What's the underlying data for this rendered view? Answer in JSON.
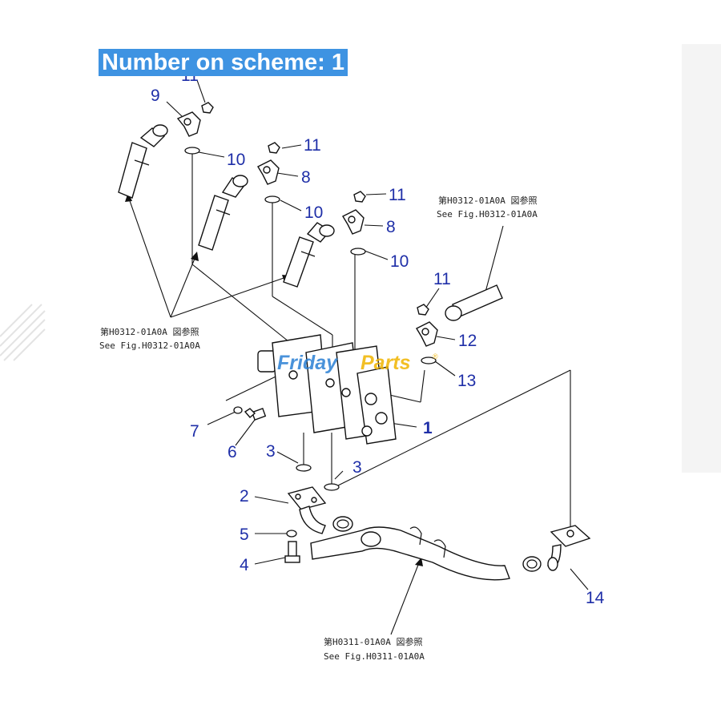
{
  "header": {
    "title": "Number on scheme: 1"
  },
  "watermark": {
    "part1": "Friday",
    "part2": "Parts",
    "mark": "®"
  },
  "references": {
    "pipe_upper_right": {
      "jp": "第H0312-01A0A 図参照",
      "en": "See Fig.H0312-01A0A"
    },
    "hoses_left": {
      "jp": "第H0312-01A0A 図参照",
      "en": "See Fig.H0312-01A0A"
    },
    "suction_pipe": {
      "jp": "第H0311-01A0A 図参照",
      "en": "See Fig.H0311-01A0A"
    }
  },
  "callouts": [
    {
      "id": "c11a",
      "label": "11"
    },
    {
      "id": "c9",
      "label": "9"
    },
    {
      "id": "c10a",
      "label": "10"
    },
    {
      "id": "c11b",
      "label": "11"
    },
    {
      "id": "c8a",
      "label": "8"
    },
    {
      "id": "c10b",
      "label": "10"
    },
    {
      "id": "c11c",
      "label": "11"
    },
    {
      "id": "c8b",
      "label": "8"
    },
    {
      "id": "c10c",
      "label": "10"
    },
    {
      "id": "c11d",
      "label": "11"
    },
    {
      "id": "c12",
      "label": "12"
    },
    {
      "id": "c13",
      "label": "13"
    },
    {
      "id": "c1",
      "label": "1"
    },
    {
      "id": "c7",
      "label": "7"
    },
    {
      "id": "c6",
      "label": "6"
    },
    {
      "id": "c3a",
      "label": "3"
    },
    {
      "id": "c3b",
      "label": "3"
    },
    {
      "id": "c2",
      "label": "2"
    },
    {
      "id": "c5",
      "label": "5"
    },
    {
      "id": "c4",
      "label": "4"
    },
    {
      "id": "c14",
      "label": "14"
    }
  ],
  "colors": {
    "title_background": "#3e93e2",
    "title_text": "#ffffff",
    "callout_text": "#1f2fa8",
    "watermark_blue": "#2a7fd4",
    "watermark_yellow": "#f0b400"
  }
}
